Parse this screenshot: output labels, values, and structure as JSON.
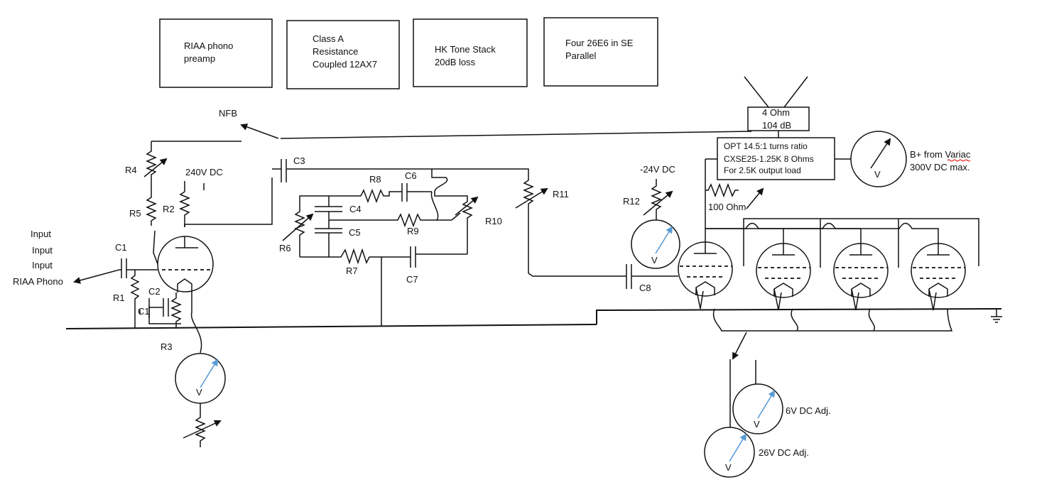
{
  "blocks": {
    "riaa": [
      "RIAA phono",
      "preamp"
    ],
    "classa": [
      "Class A",
      "Resistance",
      "Coupled 12AX7"
    ],
    "tone": [
      "HK Tone Stack",
      "20dB loss"
    ],
    "output": [
      "Four 26E6 in SE",
      "Parallel"
    ]
  },
  "speaker": [
    "4 Ohm",
    "104 dB"
  ],
  "transformer": [
    "OPT 14.5:1 turns ratio",
    "CXSE25-1.25K 8 Ohms",
    "For 2.5K output load"
  ],
  "supply": {
    "bplus": [
      "B+ from Variac",
      "300V DC max."
    ]
  },
  "labels": {
    "nfb": "NFB",
    "input1": "Input",
    "input2": "Input",
    "input3": "Input",
    "riaa_phono": "RIAA Phono",
    "v240": "240V DC",
    "neg24": "-24V DC",
    "ohm100": "100 Ohm",
    "dc6": "6V DC Adj.",
    "dc26": "26V DC Adj."
  },
  "meter_symbol": "V",
  "components": {
    "r1": "R1",
    "r2": "R2",
    "r3": "R3",
    "r4": "R4",
    "r5": "R5",
    "r6": "R6",
    "r7": "R7",
    "r8": "R8",
    "r9": "R9",
    "r10": "R10",
    "r11": "R11",
    "r12": "R12",
    "c1": "C1",
    "c1b": "C1",
    "c2": "C2",
    "c3": "C3",
    "c4": "C4",
    "c5": "C5",
    "c6": "C6",
    "c7": "C7",
    "c8": "C8"
  }
}
